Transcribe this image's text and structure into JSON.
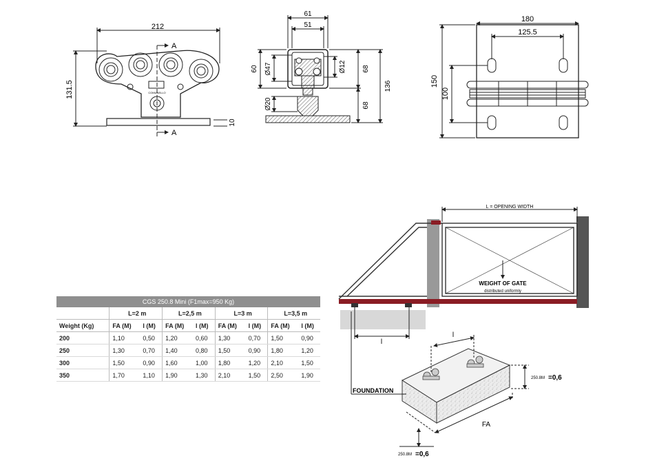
{
  "drawings": {
    "front": {
      "width": "212",
      "height": "131.5",
      "base": "10",
      "section_top": "A",
      "section_bottom": "A",
      "brand": "COMUNELLO"
    },
    "side": {
      "outer": "61",
      "inner": "51",
      "h60": "60",
      "d47": "Ø47",
      "d20": "Ø20",
      "d12": "Ø12",
      "h68_top": "68",
      "h136": "136",
      "h68_bottom": "68"
    },
    "plate": {
      "width": "180",
      "spacing": "125.5",
      "height": "150",
      "inner_height": "100"
    }
  },
  "gate": {
    "opening_label": "L = OPENING WIDTH",
    "weight_label": "WEIGHT OF GATE",
    "weight_sub": "distributed uniformly",
    "spacing_label": "l"
  },
  "foundation": {
    "label": "FOUNDATION",
    "spacing_label": "l",
    "length_label": "FA",
    "depth_small": "250.8M",
    "depth_value": "=0,6"
  },
  "table": {
    "title": "CGS 250.8 Mini (F1max=950 Kg)",
    "groups": [
      "L=2 m",
      "L=2,5 m",
      "L=3 m",
      "L=3,5 m"
    ],
    "weight_header": "Weight (Kg)",
    "fa_header": "FA (M)",
    "l_header": "l (M)",
    "rows": [
      {
        "weight": "200",
        "values": [
          "1,10",
          "0,50",
          "1,20",
          "0,60",
          "1,30",
          "0,70",
          "1,50",
          "0,90"
        ]
      },
      {
        "weight": "250",
        "values": [
          "1,30",
          "0,70",
          "1,40",
          "0,80",
          "1,50",
          "0,90",
          "1,80",
          "1,20"
        ]
      },
      {
        "weight": "300",
        "values": [
          "1,50",
          "0,90",
          "1,60",
          "1,00",
          "1,80",
          "1,20",
          "2,10",
          "1,50"
        ]
      },
      {
        "weight": "350",
        "values": [
          "1,70",
          "1,10",
          "1,90",
          "1,30",
          "2,10",
          "1,50",
          "2,50",
          "1,90"
        ]
      }
    ]
  }
}
